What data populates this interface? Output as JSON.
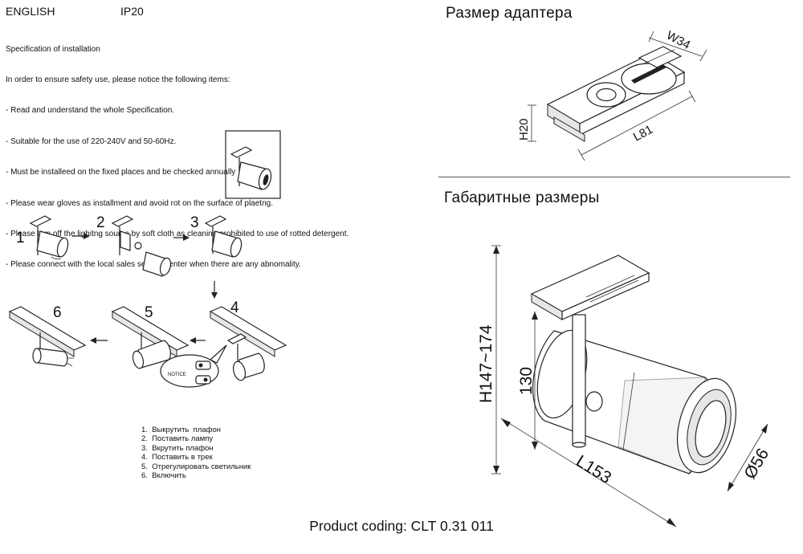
{
  "header": {
    "language": "ENGLISH",
    "ip_rating": "IP20"
  },
  "spec": {
    "lines": [
      "Specification of installation",
      "In order to ensure safety use, please notice the following items:",
      "- Read and understand the whole Specification.",
      "- Suitable for the use of 220-240V and 50-60Hz.",
      "- Must be installeed on the fixed places and be checked annually",
      "- Please wear gloves as installment and avoid rot on the surface of plaetng.",
      "- Please tum off the lighitng source by soft cloth as cleaning prohibited to use of rotted detergent.",
      "- Please connect with the local sales service center when there are any abnomality."
    ]
  },
  "adapter": {
    "title": "Размер адаптера",
    "width_label": "W34",
    "height_label": "H20",
    "length_label": "L81"
  },
  "dimensions": {
    "title": "Габаритные размеры",
    "height_label": "H147~174",
    "inner_height_label": "130",
    "length_label": "L153",
    "diameter_label": "Ø56"
  },
  "install": {
    "step_numbers": [
      "1",
      "2",
      "3",
      "4",
      "5",
      "6"
    ],
    "notice_label": "NOTICE",
    "steps_ru": [
      "1.  Выкрутить  плафон",
      "2.  Поставить лампу",
      "3.  Вкрутить плафон",
      "4.  Поставить в трек",
      "5.  Отрегулировать светильник",
      "6.  Включить"
    ]
  },
  "footer": {
    "product_coding": "Product coding: CLT 0.31 011"
  }
}
